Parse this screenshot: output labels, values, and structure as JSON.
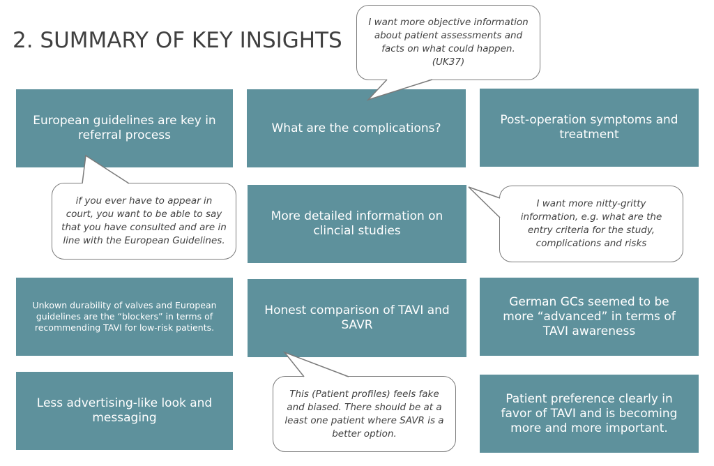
{
  "page": {
    "title": "2. SUMMARY OF KEY INSIGHTS",
    "accent_color": "#5e919c"
  },
  "insights": [
    {
      "text": "European guidelines are key in referral process"
    },
    {
      "text": "What are the complications?"
    },
    {
      "text": "Post-operation symptoms and treatment"
    },
    {
      "text": "More detailed information on clincial studies"
    },
    {
      "text": "Unkown durability of valves and European guidelines are the “blockers” in terms of recommending TAVI for low-risk  patients."
    },
    {
      "text": "Honest comparison of TAVI and SAVR"
    },
    {
      "text": "German GCs seemed to be more “advanced” in terms of TAVI awareness"
    },
    {
      "text": "Less advertising-like look and messaging"
    },
    {
      "text": "Patient preference clearly in favor of TAVI and is becoming more and more important."
    }
  ],
  "quotes": [
    {
      "text": "I want more objective information about patient assessments and facts on what could happen. (UK37)"
    },
    {
      "text": "if you ever have to appear in court, you want to be able to say that you have consulted and are in line with the European Guidelines."
    },
    {
      "text": "I want more nitty-gritty information, e.g. what are the entry criteria for the study, complications and risks"
    },
    {
      "text": "This (Patient profiles) feels fake and biased. There should be at a least one patient where SAVR is a better option."
    }
  ]
}
